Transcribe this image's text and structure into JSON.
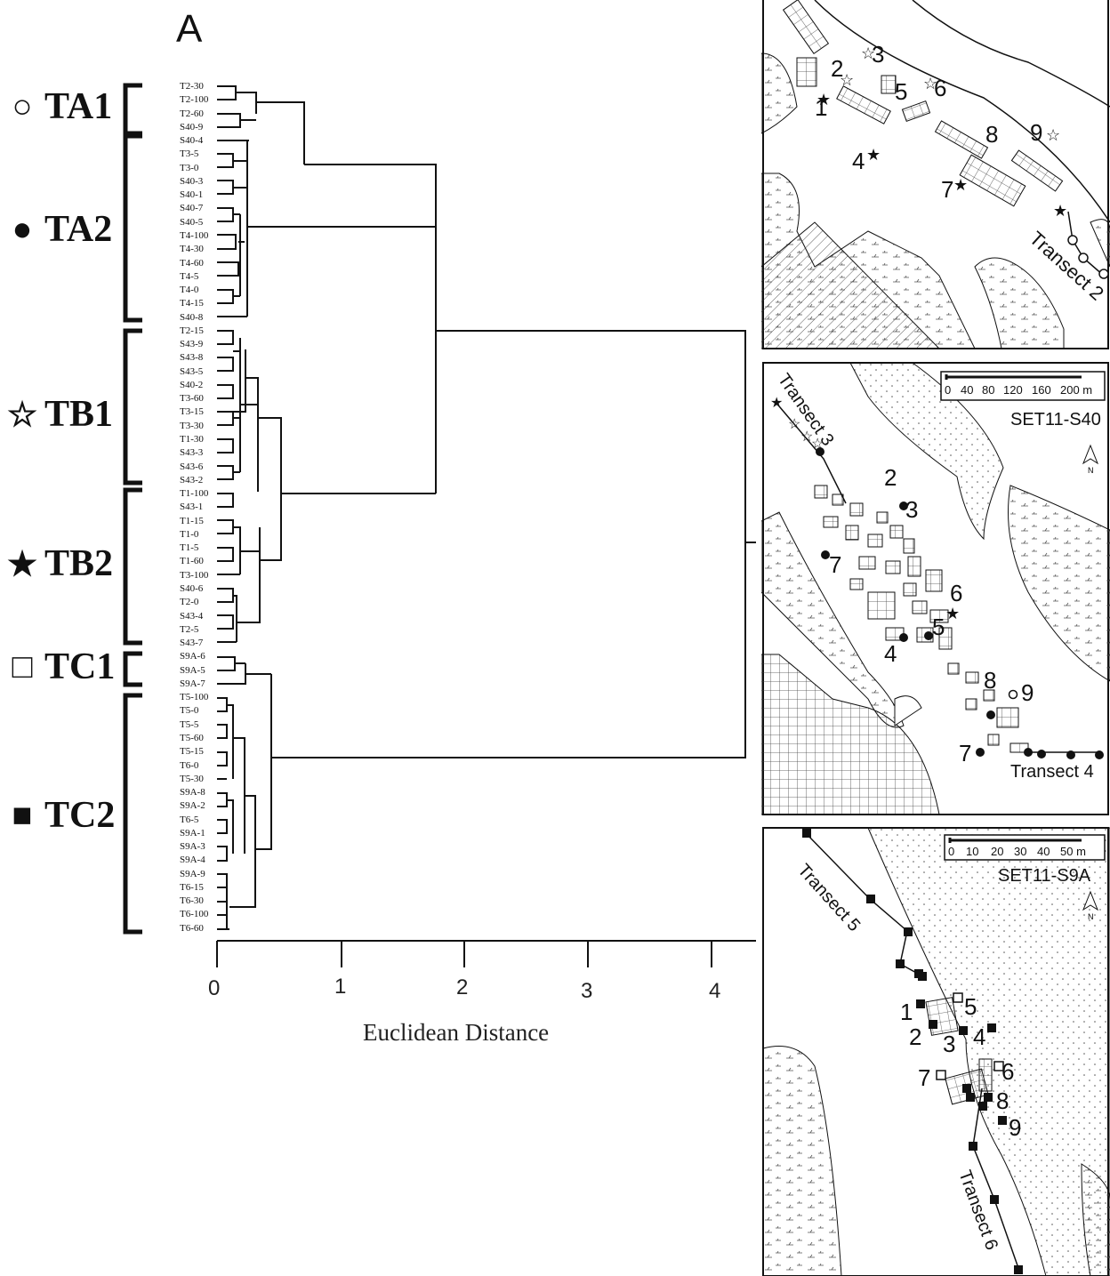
{
  "panel_letter": "A",
  "groups": [
    {
      "symbol": "○",
      "label": "TA1"
    },
    {
      "symbol": "●",
      "label": "TA2"
    },
    {
      "symbol": "☆",
      "label": "TB1"
    },
    {
      "symbol": "★",
      "label": "TB2"
    },
    {
      "symbol": "□",
      "label": "TC1"
    },
    {
      "symbol": "■",
      "label": "TC2"
    }
  ],
  "leaves": [
    "T2-30",
    "T2-100",
    "T2-60",
    "S40-9",
    "S40-4",
    "T3-5",
    "T3-0",
    "S40-3",
    "S40-1",
    "S40-7",
    "S40-5",
    "T4-100",
    "T4-30",
    "T4-60",
    "T4-5",
    "T4-0",
    "T4-15",
    "S40-8",
    "T2-15",
    "S43-9",
    "S43-8",
    "S43-5",
    "S40-2",
    "T3-60",
    "T3-15",
    "T3-30",
    "T1-30",
    "S43-3",
    "S43-6",
    "S43-2",
    "T1-100",
    "S43-1",
    "T1-15",
    "T1-0",
    "T1-5",
    "T1-60",
    "T3-100",
    "S40-6",
    "T2-0",
    "S43-4",
    "T2-5",
    "S43-7",
    "S9A-6",
    "S9A-5",
    "S9A-7",
    "T5-100",
    "T5-0",
    "T5-5",
    "T5-60",
    "T5-15",
    "T6-0",
    "T5-30",
    "S9A-8",
    "S9A-2",
    "T6-5",
    "S9A-1",
    "S9A-3",
    "S9A-4",
    "S9A-9",
    "T6-15",
    "T6-30",
    "T6-100",
    "T6-60"
  ],
  "axis": {
    "title": "Euclidean Distance",
    "ticks": [
      "0",
      "1",
      "2",
      "3",
      "4"
    ]
  },
  "maps": [
    {
      "sites": [
        "1",
        "2",
        "3",
        "4",
        "5",
        "6",
        "7",
        "8",
        "9"
      ],
      "transect": "Transect 2"
    },
    {
      "scale": [
        "0",
        "40",
        "80",
        "120",
        "160",
        "200 m"
      ],
      "name": "SET11-S40",
      "north": "N",
      "sites": [
        "2",
        "3",
        "7",
        "6",
        "5",
        "4",
        "8",
        "9",
        "7"
      ],
      "transects": [
        "Transect 3",
        "Transect 4"
      ]
    },
    {
      "scale": [
        "0",
        "10",
        "20",
        "30",
        "40",
        "50 m"
      ],
      "name": "SET11-S9A",
      "north": "N",
      "sites": [
        "1",
        "5",
        "2",
        "3",
        "4",
        "7",
        "6",
        "8",
        "9"
      ],
      "transects": [
        "Transect 5",
        "Transect 6"
      ]
    }
  ],
  "colors": {
    "ink": "#111111",
    "background": "#ffffff"
  }
}
